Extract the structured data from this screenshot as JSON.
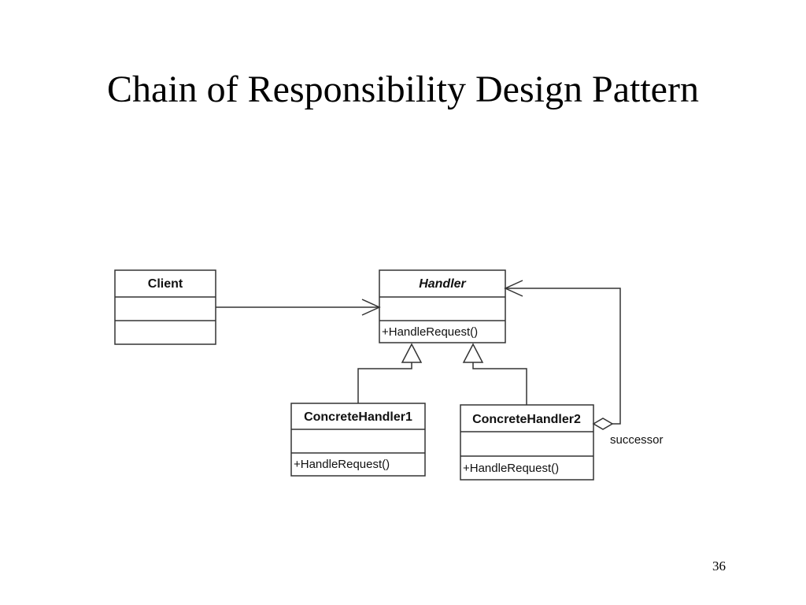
{
  "slide": {
    "title": "Chain of Responsibility Design Pattern",
    "page_number": "36"
  },
  "diagram": {
    "classes": {
      "client": {
        "name": "Client",
        "operation": ""
      },
      "handler": {
        "name": "Handler",
        "operation": "+HandleRequest()",
        "abstract": true
      },
      "concrete_handler_1": {
        "name": "ConcreteHandler1",
        "operation": "+HandleRequest()"
      },
      "concrete_handler_2": {
        "name": "ConcreteHandler2",
        "operation": "+HandleRequest()"
      }
    },
    "relationships": {
      "successor_label": "successor"
    }
  },
  "colors": {
    "line": "#333333",
    "background": "#ffffff"
  }
}
